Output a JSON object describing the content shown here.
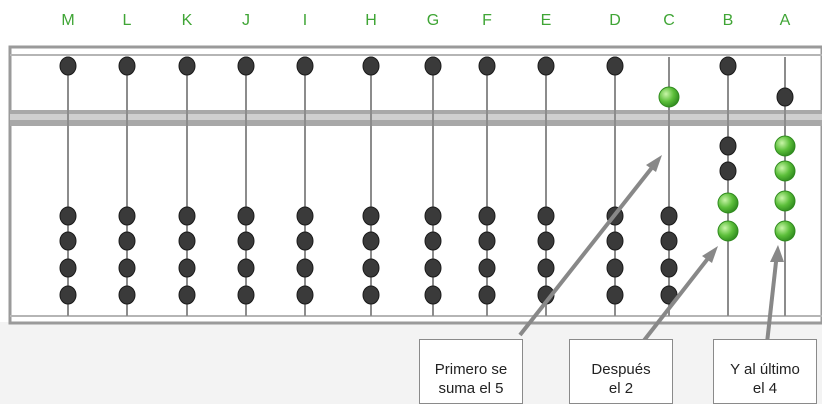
{
  "columns": [
    "M",
    "L",
    "K",
    "J",
    "I",
    "H",
    "G",
    "F",
    "E",
    "D",
    "C",
    "B",
    "A"
  ],
  "colors": {
    "label": "#3fa535",
    "bead_dark": "#3a3a3a",
    "bead_green": "#5cbf3a",
    "frame": "#9a9a9a",
    "rod": "#8c8c8c"
  },
  "state": {
    "upper_bead_down": [
      false,
      false,
      false,
      false,
      false,
      false,
      false,
      false,
      false,
      false,
      true,
      false,
      true
    ],
    "lower_beads_up": [
      0,
      0,
      0,
      0,
      0,
      0,
      0,
      0,
      0,
      0,
      0,
      2,
      4
    ],
    "green_upper": [
      false,
      false,
      false,
      false,
      false,
      false,
      false,
      false,
      false,
      false,
      true,
      false,
      false
    ],
    "green_lower": [
      0,
      0,
      0,
      0,
      0,
      0,
      0,
      0,
      0,
      0,
      0,
      2,
      4
    ]
  },
  "callouts": [
    {
      "line1": "Primero se",
      "line2": "suma el 5"
    },
    {
      "line1": "Después",
      "line2": "el 2"
    },
    {
      "line1": "Y al último",
      "line2": "el 4"
    }
  ]
}
